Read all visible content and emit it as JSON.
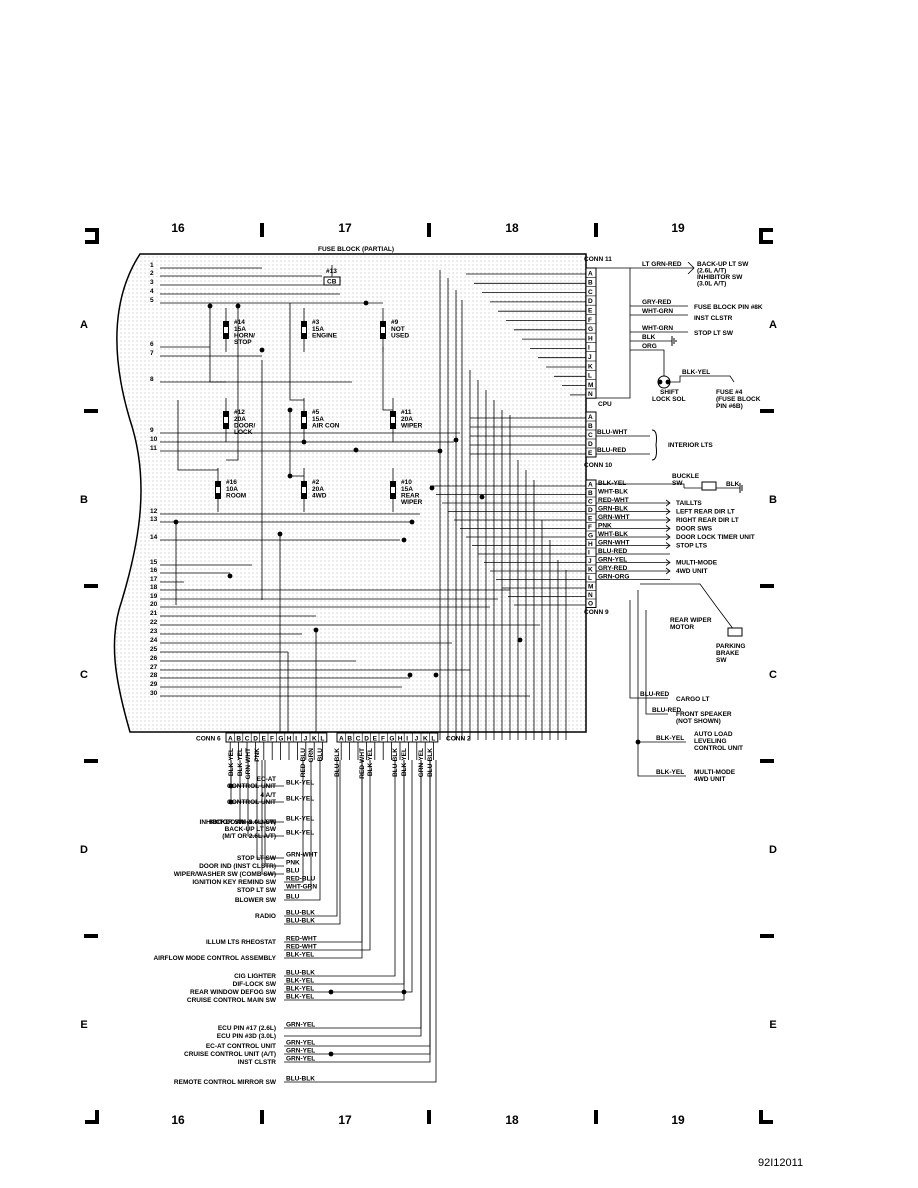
{
  "grid": {
    "columns": [
      "16",
      "17",
      "18",
      "19"
    ],
    "rows": [
      "A",
      "B",
      "C",
      "D",
      "E"
    ]
  },
  "fuse_block": {
    "title": "FUSE BLOCK (PARTIAL)",
    "row_numbers": [
      "1",
      "2",
      "3",
      "4",
      "5",
      "6",
      "7",
      "8",
      "9",
      "10",
      "11",
      "12",
      "13",
      "14",
      "15",
      "16",
      "17",
      "18",
      "19",
      "20",
      "21",
      "22",
      "23",
      "24",
      "25",
      "26",
      "27",
      "28",
      "29",
      "30"
    ],
    "fuses": [
      {
        "id": "cb",
        "label": [
          "CB"
        ],
        "num": "#13"
      },
      {
        "id": "f14",
        "num": "#14",
        "label": [
          "15A",
          "HORN/",
          "STOP"
        ]
      },
      {
        "id": "f3",
        "num": "#3",
        "label": [
          "15A",
          "ENGINE"
        ]
      },
      {
        "id": "f9",
        "num": "#9",
        "label": [
          "NOT",
          "USED"
        ]
      },
      {
        "id": "f12",
        "num": "#12",
        "label": [
          "20A",
          "DOOR/",
          "LOCK"
        ]
      },
      {
        "id": "f5",
        "num": "#5",
        "label": [
          "15A",
          "AIR CON"
        ]
      },
      {
        "id": "f11",
        "num": "#11",
        "label": [
          "20A",
          "WIPER"
        ]
      },
      {
        "id": "f16",
        "num": "#16",
        "label": [
          "10A",
          "ROOM"
        ]
      },
      {
        "id": "f2",
        "num": "#2",
        "label": [
          "20A",
          "4WD"
        ]
      },
      {
        "id": "f10",
        "num": "#10",
        "label": [
          "15A",
          "REAR",
          "WIPER"
        ]
      }
    ]
  },
  "conn11": {
    "title": "CONN 11",
    "pins": [
      "A",
      "B",
      "C",
      "D",
      "E",
      "F",
      "G",
      "H",
      "I",
      "J",
      "K",
      "L",
      "M",
      "N"
    ],
    "footer": "CPU"
  },
  "conn10": {
    "title": "CONN 10",
    "pins": [
      "A",
      "B",
      "C",
      "D",
      "E"
    ]
  },
  "conn9": {
    "title": "CONN 9",
    "pins": [
      "A",
      "B",
      "C",
      "D",
      "E",
      "F",
      "G",
      "H",
      "I",
      "J",
      "K",
      "L",
      "M",
      "N",
      "O"
    ]
  },
  "conn6": {
    "title": "CONN 6",
    "pins": [
      "A",
      "B",
      "C",
      "D",
      "E",
      "F",
      "G",
      "H",
      "I",
      "J",
      "K",
      "L"
    ]
  },
  "conn2": {
    "title": "CONN 2",
    "pins": [
      "A",
      "B",
      "C",
      "D",
      "E",
      "F",
      "G",
      "H",
      "I",
      "J",
      "K",
      "L"
    ]
  },
  "right_labels": {
    "ltgrn_red": "LT GRN-RED",
    "backup": [
      "BACK-UP LT SW",
      "(2.6L A/T)",
      "INHIBITOR SW",
      "(3.0L A/T)"
    ],
    "gry_red": "GRY-RED",
    "fuse_pin": "FUSE BLOCK PIN #8K",
    "wht_grn": "WHT-GRN",
    "inst_clstr": "INST CLSTR",
    "wht_grn2": "WHT-GRN",
    "stop_lt": "STOP LT SW",
    "blk": "BLK",
    "org": "ORG",
    "shift": [
      "SHIFT",
      "LOCK SOL"
    ],
    "blk_yel": "BLK-YEL",
    "fuse4": [
      "FUSE #4",
      "(FUSE BLOCK",
      "PIN #6B)"
    ],
    "blu_wht": "BLU-WHT",
    "blu_red": "BLU-RED",
    "interior": "INTERIOR LTS",
    "buckle": [
      "BUCKLE",
      "SW"
    ],
    "buckle_blk": "BLK",
    "c9": [
      {
        "wire": "BLK-YEL",
        "dest": ""
      },
      {
        "wire": "WHT-BLK",
        "dest": ""
      },
      {
        "wire": "RED-WHT",
        "dest": "TAILLTS"
      },
      {
        "wire": "GRN-BLK",
        "dest": "LEFT REAR DIR LT"
      },
      {
        "wire": "GRN-WHT",
        "dest": "RIGHT REAR DIR LT"
      },
      {
        "wire": "PNK",
        "dest": "DOOR SWS"
      },
      {
        "wire": "WHT-BLK",
        "dest": "DOOR LOCK TIMER UNIT"
      },
      {
        "wire": "GRN-WHT",
        "dest": "STOP LTS"
      },
      {
        "wire": "BLU-RED",
        "dest": ""
      },
      {
        "wire": "GRN-YEL",
        "dest": "MULTI-MODE"
      },
      {
        "wire": "GRY-RED",
        "dest": "4WD UNIT"
      },
      {
        "wire": "GRN-ORG",
        "dest": ""
      }
    ],
    "rear_wiper": [
      "REAR WIPER",
      "MOTOR"
    ],
    "parking": [
      "PARKING",
      "BRAKE",
      "SW"
    ],
    "blu_red_cargo": "BLU-RED",
    "cargo": "CARGO LT",
    "blu_red_front": "BLU-RED",
    "front": [
      "FRONT SPEAKER",
      "(NOT SHOWN)"
    ],
    "blk_yel_auto": "BLK-YEL",
    "auto": [
      "AUTO LOAD",
      "LEVELING",
      "CONTROL UNIT"
    ],
    "blk_yel_multi": "BLK-YEL",
    "multi": [
      "MULTI-MODE",
      "4WD UNIT"
    ]
  },
  "conn6_wires": [
    "BLK-YEL",
    "BLK-YEL",
    "GRN-WHT",
    "PNK",
    "RED-BLU",
    "GRN",
    "BLU",
    "BLU-BLK"
  ],
  "conn2_wires": [
    "RED-WHT",
    "BLK-YEL",
    "BLU-BLK",
    "BLK-YEL",
    "GRN-YEL",
    "BLU-BLK"
  ],
  "bottom": [
    {
      "dest": [
        "EC-AT",
        "CONTROL UNIT"
      ],
      "wire": "BLK-YEL"
    },
    {
      "dest": [
        "4 A/T",
        "CONTROL UNIT"
      ],
      "wire": "BLK-YEL"
    },
    {
      "dest": [
        "KICKDOWN & 4-3 SW"
      ],
      "wire": "BLK-YEL"
    },
    {
      "dest": [
        "INHIBITOR SW (3.0L A/T)",
        "BACK-UP LT SW",
        "(M/T OR 2.6L A/T)"
      ],
      "wire": "BLK-YEL"
    },
    {
      "dest": [
        "STOP LT SW"
      ],
      "wire": "GRN-WHT"
    },
    {
      "dest": [
        "DOOR IND (INST CLSTR)"
      ],
      "wire": "PNK"
    },
    {
      "dest": [
        "WIPER/WASHER SW (COMB SW)"
      ],
      "wire": "BLU"
    },
    {
      "dest": [
        "IGNITION KEY REMIND SW"
      ],
      "wire": "RED-BLU"
    },
    {
      "dest": [
        "STOP LT SW"
      ],
      "wire": "WHT-GRN"
    },
    {
      "dest": [
        "BLOWER SW"
      ],
      "wire": "BLU"
    },
    {
      "dest": [
        "RADIO"
      ],
      "wire": "BLU-BLK"
    },
    {
      "dest": [
        ""
      ],
      "wire": "BLU-BLK"
    },
    {
      "dest": [
        "ILLUM LTS RHEOSTAT"
      ],
      "wire": "RED-WHT"
    },
    {
      "dest": [
        ""
      ],
      "wire": "RED-WHT"
    },
    {
      "dest": [
        "AIRFLOW MODE CONTROL ASSEMBLY"
      ],
      "wire": "BLK-YEL"
    },
    {
      "dest": [
        "CIG LIGHTER"
      ],
      "wire": "BLU-BLK"
    },
    {
      "dest": [
        "DIF-LOCK SW"
      ],
      "wire": "BLK-YEL"
    },
    {
      "dest": [
        "REAR WINDOW DEFOG SW"
      ],
      "wire": "BLK-YEL"
    },
    {
      "dest": [
        "CRUISE CONTROL MAIN SW"
      ],
      "wire": "BLK-YEL"
    },
    {
      "dest": [
        "ECU PIN #17 (2.6L)"
      ],
      "wire": "GRN-YEL"
    },
    {
      "dest": [
        "ECU PIN #3D (3.0L)"
      ],
      "wire": ""
    },
    {
      "dest": [
        "EC-AT CONTROL UNIT"
      ],
      "wire": "GRN-YEL"
    },
    {
      "dest": [
        "CRUISE CONTROL UNIT (A/T)"
      ],
      "wire": "GRN-YEL"
    },
    {
      "dest": [
        "INST CLSTR"
      ],
      "wire": "GRN-YEL"
    },
    {
      "dest": [
        "REMOTE CONTROL MIRROR SW"
      ],
      "wire": "BLU-BLK"
    }
  ],
  "figure_id": "92I12011"
}
